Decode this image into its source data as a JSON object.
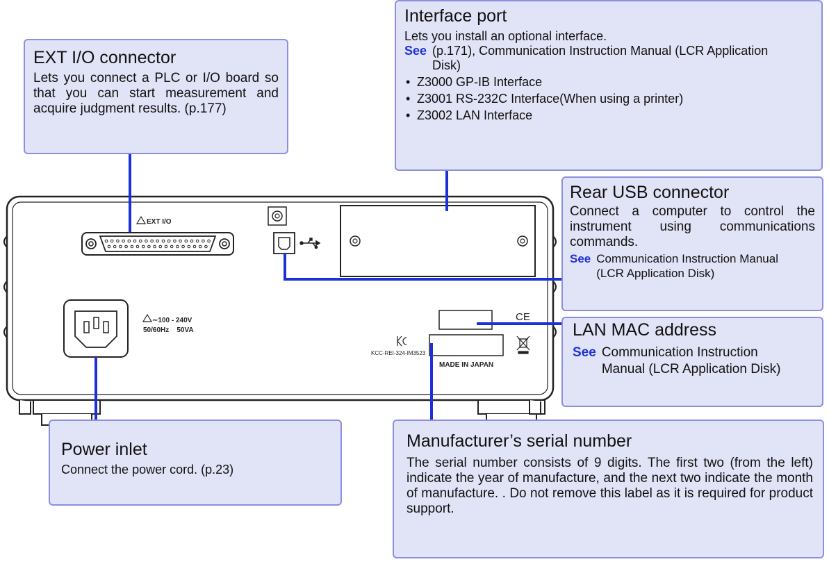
{
  "device": {
    "ext_io_label": "EXT I/O",
    "power_rating": [
      "∼100 - 240V",
      "50/60Hz    50VA"
    ],
    "kcc_text": "KCC-REI-324-IM3523",
    "made_in": "MADE IN JAPAN",
    "ce_mark": "CE"
  },
  "callouts": {
    "ext_io": {
      "title": "EXT I/O connector",
      "body": "Lets you connect a PLC or I/O board so that you can start measurement and acquire judgment results. (p.177)"
    },
    "interface": {
      "title": "Interface port",
      "body": "Lets you install an optional interface.",
      "see_label": "See",
      "see_text": "(p.171), Communication Instruction Manual (LCR Application Disk)",
      "items": [
        "Z3000 GP-IB Interface",
        "Z3001 RS-232C Interface(When using a printer)",
        "Z3002 LAN Interface"
      ]
    },
    "usb": {
      "title": "Rear USB connector",
      "body": "Connect a computer to control the instrument using communications commands.",
      "see_label": "See",
      "see_text": "Communication Instruction Manual (LCR Application Disk)"
    },
    "mac": {
      "title": "LAN MAC address",
      "see_label": "See",
      "see_text": "Communication Instruction Manual (LCR Application Disk)"
    },
    "power": {
      "title": "Power inlet",
      "body": "Connect the power cord. (p.23)"
    },
    "serial": {
      "title": "Manufacturer’s serial number",
      "body": "The serial number consists of 9 digits. The first two (from the left) indicate the year of manufacture, and the next two indicate the month of manufacture. . Do not remove this label as it is required for product support."
    }
  },
  "colors": {
    "callout_fill": "#e1e3f6",
    "callout_border": "#8c8fe0",
    "leader_line": "#1f2fd8",
    "see_text": "#1e32d8"
  }
}
